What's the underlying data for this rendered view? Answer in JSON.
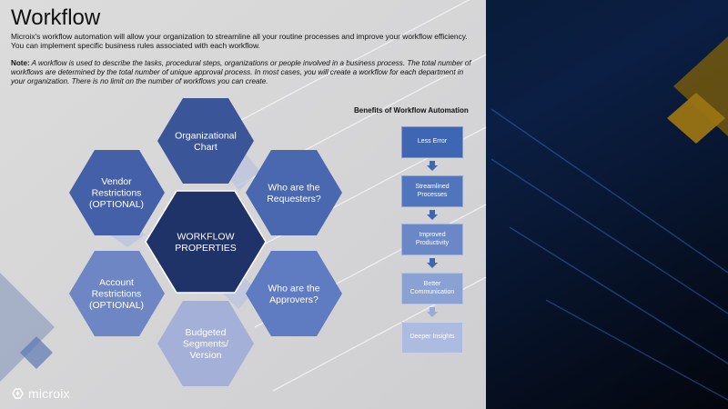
{
  "slide": {
    "title": "Workflow",
    "intro": "Microix's workflow automation will allow your organization to streamline all your routine processes and improve your workflow efficiency.  You can implement specific business rules associated with each workflow.",
    "note_label": "Note:",
    "note_text": " A workflow is used to describe the tasks, procedural steps, organizations or people involved in a business process. The total number of workflows are determined by the total number of unique approval process. In most cases, you will create a workflow for each department in your organization. There is no limit on the number of workflows you can create."
  },
  "hexagons": {
    "center": {
      "lines": [
        "WORKFLOW",
        "PROPERTIES"
      ],
      "color": "#1f3368"
    },
    "organizational": {
      "lines": [
        "Organizational",
        "Chart"
      ],
      "color": "#3a5698"
    },
    "requesters": {
      "lines": [
        "Who are the",
        "Requesters?"
      ],
      "color": "#4a68b0"
    },
    "approvers": {
      "lines": [
        "Who are the",
        "Approvers?"
      ],
      "color": "#5f7cc2"
    },
    "budgeted": {
      "lines": [
        "Budgeted",
        "Segments/",
        "Version"
      ],
      "color": "#a4b0d8"
    },
    "account": {
      "lines": [
        "Account",
        "Restrictions",
        "(OPTIONAL)"
      ],
      "color": "#6f86c4"
    },
    "vendor": {
      "lines": [
        "Vendor",
        "Restrictions",
        "(OPTIONAL)"
      ],
      "color": "#4360a8"
    }
  },
  "benefits": {
    "title": "Benefits of Workflow Automation",
    "steps": [
      {
        "label": "Less Error",
        "color": "#3f66b2"
      },
      {
        "label": "Streamlined Processes",
        "color": "#5175bd"
      },
      {
        "label": "Improved Productivity",
        "color": "#6a88c7"
      },
      {
        "label": "Better Communication",
        "color": "#8aa1d4"
      },
      {
        "label": "Deeper Insights",
        "color": "#aebbe0"
      }
    ],
    "arrow_color": "#3f66b2"
  },
  "brand": {
    "name": "microix"
  },
  "colors": {
    "panel": "#d8d8d8",
    "dark_bg": "#061022",
    "accent_gold": "#8a6a10"
  }
}
